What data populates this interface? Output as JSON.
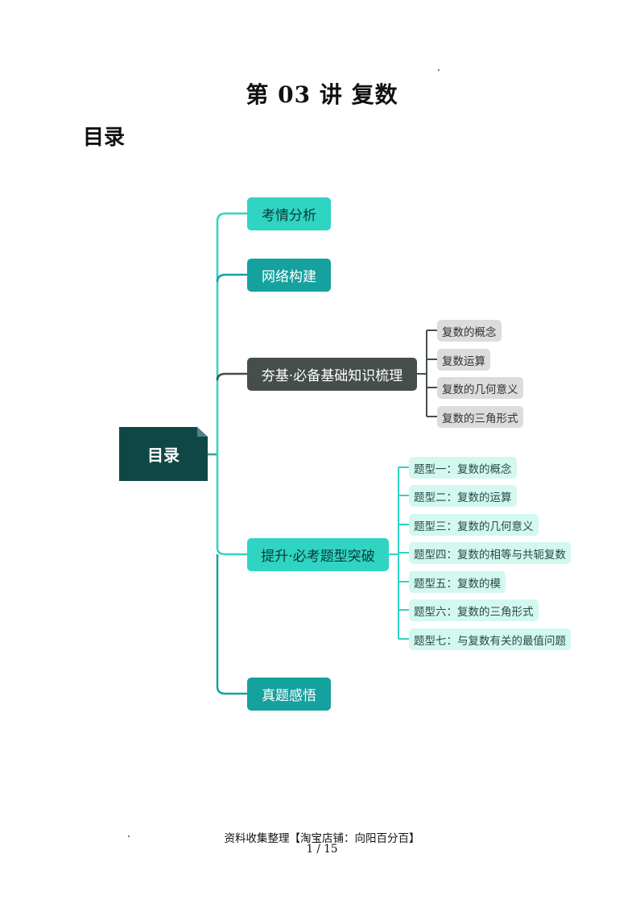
{
  "document": {
    "title": "第 03 讲 复数",
    "toc_heading": "目录"
  },
  "mindmap": {
    "root": "目录",
    "branches": [
      {
        "label": "考情分析",
        "color": "#2fd4c3"
      },
      {
        "label": "网络构建",
        "color": "#15a19e"
      },
      {
        "label": "夯基·必备基础知识梳理",
        "color": "#454e4b",
        "children": [
          "复数的概念",
          "复数运算",
          "复数的几何意义",
          "复数的三角形式"
        ]
      },
      {
        "label": "提升·必考题型突破",
        "color": "#2fd4c3",
        "children": [
          "题型一：复数的概念",
          "题型二：复数的运算",
          "题型三：复数的几何意义",
          "题型四：复数的相等与共轭复数",
          "题型五：复数的模",
          "题型六：复数的三角形式",
          "题型七：与复数有关的最值问题"
        ]
      },
      {
        "label": "真题感悟",
        "color": "#15a19e"
      }
    ]
  },
  "footer": {
    "source": "资料收集整理【淘宝店铺：向阳百分百】",
    "page": "1 / 15"
  }
}
